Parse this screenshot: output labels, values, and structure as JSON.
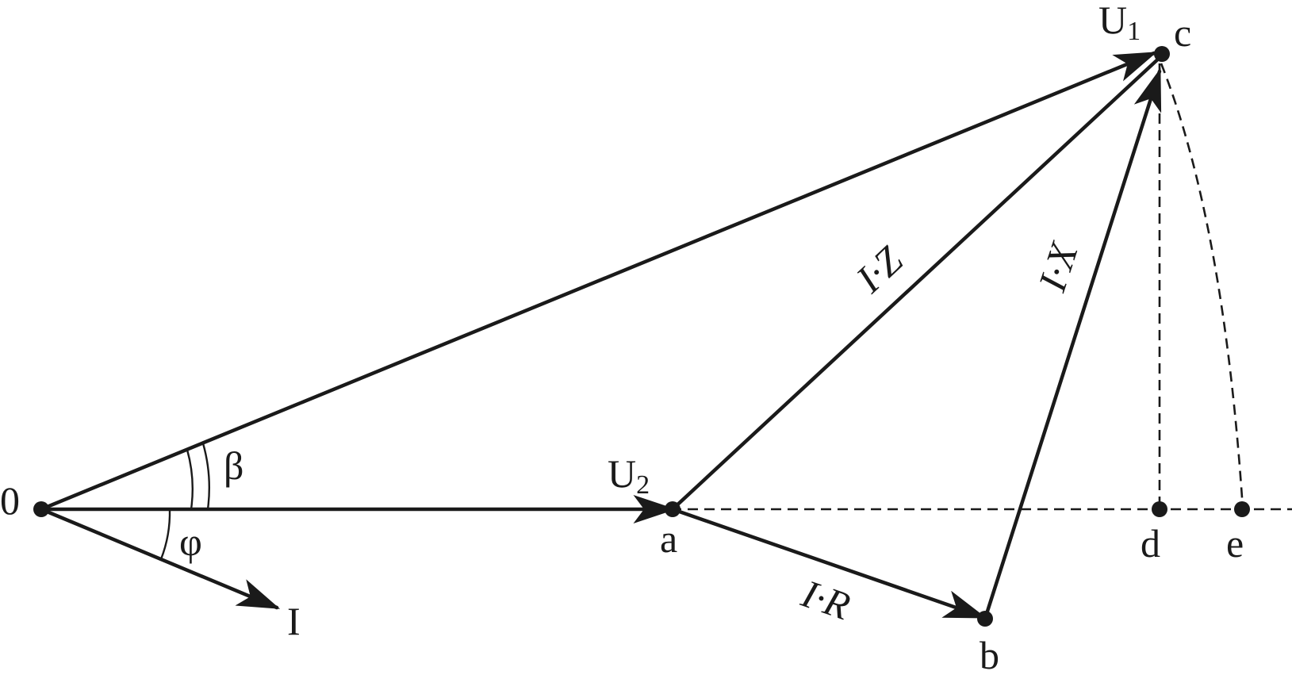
{
  "diagram": {
    "colors": {
      "ink": "#1a1a1a",
      "background": "#ffffff"
    },
    "points": {
      "origin": "0",
      "a": "a",
      "b": "b",
      "c": "c",
      "d": "d",
      "e": "e"
    },
    "vectors": {
      "current": "I",
      "u1": {
        "main": "U",
        "sub": "1"
      },
      "u2": {
        "main": "U",
        "sub": "2"
      },
      "iz": "I·Z",
      "ix": "I·X",
      "ir": "I·R"
    },
    "angles": {
      "beta": "β",
      "phi": "φ"
    }
  }
}
